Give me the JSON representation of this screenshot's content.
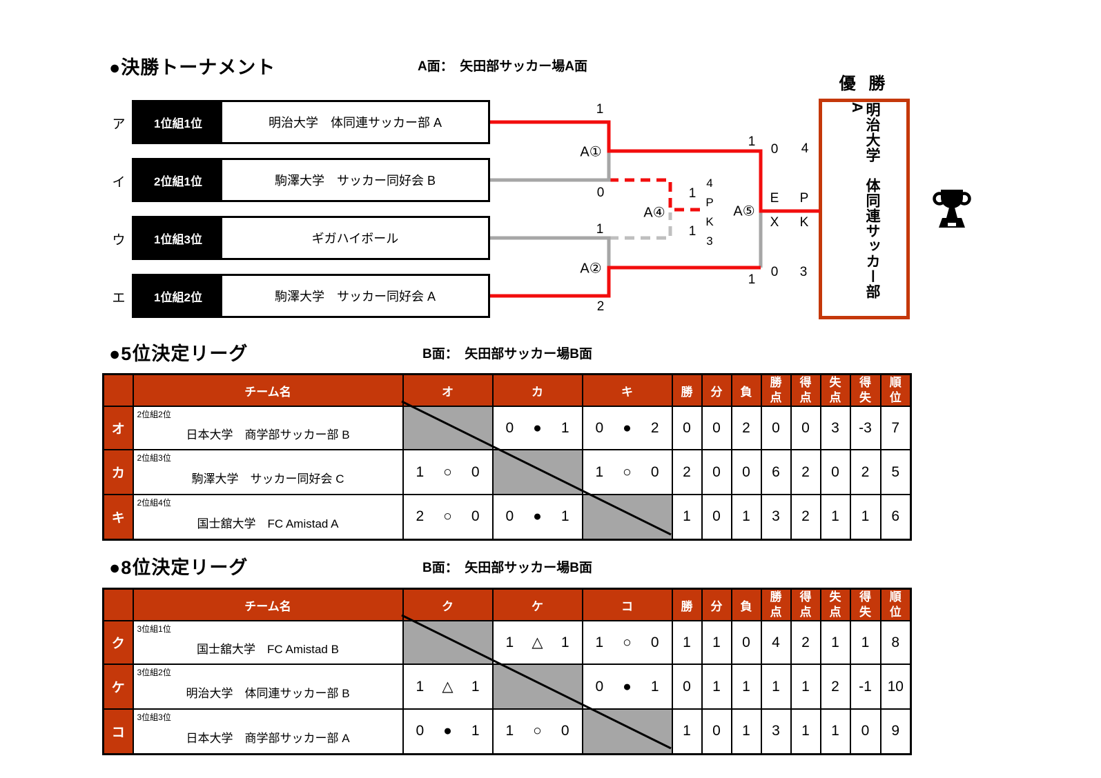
{
  "colors": {
    "orange": "#C5380A",
    "red": "#F20D0D",
    "gray": "#A6A6A6",
    "lightgray": "#BFBFBF",
    "ink": "#000000"
  },
  "tournament": {
    "title": "●決勝トーナメント",
    "venue": "A面：　矢田部サッカー場A面",
    "champion_label": "優 勝",
    "champion_team": "明治大学　体同連サッカー部　A",
    "trophy_icon": "trophy-icon",
    "entries": [
      {
        "seed": "ア",
        "group": "1位組1位",
        "team": "明治大学　体同連サッカー部 A",
        "score": "1"
      },
      {
        "seed": "イ",
        "group": "2位組1位",
        "team": "駒澤大学　サッカー同好会 B",
        "score": "0"
      },
      {
        "seed": "ウ",
        "group": "1位組3位",
        "team": "ギガハイボール",
        "score": "1"
      },
      {
        "seed": "エ",
        "group": "1位組2位",
        "team": "駒澤大学　サッカー同好会 A",
        "score": "2"
      }
    ],
    "match_labels": {
      "a1": "A①",
      "a2": "A②",
      "a4": "A④",
      "a5": "A⑤"
    },
    "third_place": {
      "top_score": "1",
      "bottom_score": "1",
      "pk_stack": "4\nP\nK\n3"
    },
    "final": {
      "top_score": "1",
      "bottom_score": "1",
      "top_ex": "0",
      "top_pk": "4",
      "bottom_ex": "0",
      "bottom_pk": "3",
      "ex_top_char": "E",
      "ex_bottom_char": "X",
      "pk_top_char": "P",
      "pk_bottom_char": "K"
    }
  },
  "league5": {
    "title": "●5位決定リーグ",
    "venue": "B面：　矢田部サッカー場B面",
    "headers": {
      "team": "チーム名",
      "opp": [
        "オ",
        "カ",
        "キ"
      ],
      "win": "勝",
      "draw": "分",
      "loss": "負",
      "points": "勝\n点",
      "gf": "得\n点",
      "ga": "失\n点",
      "gd": "得\n失",
      "rank": "順\n位"
    },
    "rows": [
      {
        "key": "オ",
        "group": "2位組2位",
        "team": "日本大学　商学部サッカー部 B",
        "results": [
          null,
          [
            "0",
            "●",
            "1"
          ],
          [
            "0",
            "●",
            "2"
          ]
        ],
        "stats": [
          "0",
          "0",
          "2",
          "0",
          "0",
          "3",
          "-3",
          "7"
        ]
      },
      {
        "key": "カ",
        "group": "2位組3位",
        "team": "駒澤大学　サッカー同好会 C",
        "results": [
          [
            "1",
            "○",
            "0"
          ],
          null,
          [
            "1",
            "○",
            "0"
          ]
        ],
        "stats": [
          "2",
          "0",
          "0",
          "6",
          "2",
          "0",
          "2",
          "5"
        ]
      },
      {
        "key": "キ",
        "group": "2位組4位",
        "team": "国士舘大学　FC Amistad A",
        "results": [
          [
            "2",
            "○",
            "0"
          ],
          [
            "0",
            "●",
            "1"
          ],
          null
        ],
        "stats": [
          "1",
          "0",
          "1",
          "3",
          "2",
          "1",
          "1",
          "6"
        ]
      }
    ]
  },
  "league8": {
    "title": "●8位決定リーグ",
    "venue": "B面：　矢田部サッカー場B面",
    "headers": {
      "team": "チーム名",
      "opp": [
        "ク",
        "ケ",
        "コ"
      ],
      "win": "勝",
      "draw": "分",
      "loss": "負",
      "points": "勝\n点",
      "gf": "得\n点",
      "ga": "失\n点",
      "gd": "得\n失",
      "rank": "順\n位"
    },
    "rows": [
      {
        "key": "ク",
        "group": "3位組1位",
        "team": "国士舘大学　FC Amistad B",
        "results": [
          null,
          [
            "1",
            "△",
            "1"
          ],
          [
            "1",
            "○",
            "0"
          ]
        ],
        "stats": [
          "1",
          "1",
          "0",
          "4",
          "2",
          "1",
          "1",
          "8"
        ]
      },
      {
        "key": "ケ",
        "group": "3位組2位",
        "team": "明治大学　体同連サッカー部 B",
        "results": [
          [
            "1",
            "△",
            "1"
          ],
          null,
          [
            "0",
            "●",
            "1"
          ]
        ],
        "stats": [
          "0",
          "1",
          "1",
          "1",
          "1",
          "2",
          "-1",
          "10"
        ]
      },
      {
        "key": "コ",
        "group": "3位組3位",
        "team": "日本大学　商学部サッカー部 A",
        "results": [
          [
            "0",
            "●",
            "1"
          ],
          [
            "1",
            "○",
            "0"
          ],
          null
        ],
        "stats": [
          "1",
          "0",
          "1",
          "3",
          "1",
          "1",
          "0",
          "9"
        ]
      }
    ]
  }
}
